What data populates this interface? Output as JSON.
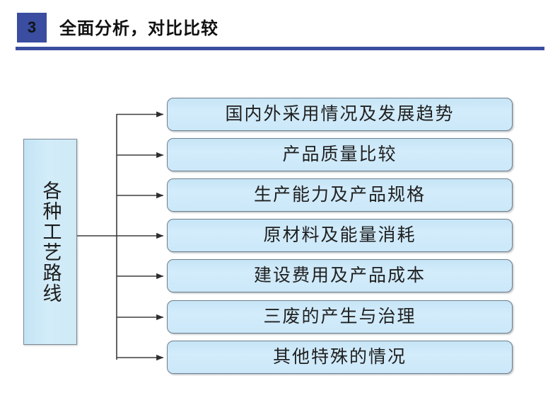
{
  "header": {
    "badge_number": "3",
    "title": "全面分析，对比比较",
    "badge_color": "#3a4da0",
    "rule_color": "#3a4da0"
  },
  "diagram": {
    "type": "tree",
    "root": {
      "label": "各种工艺路线",
      "orientation": "vertical",
      "fill_color": "#cfe9f6",
      "border_color": "#7c8a96"
    },
    "branch_style": {
      "line_color": "#3d3d3d",
      "arrow": "filled-triangle"
    },
    "leaves": [
      {
        "label": "国内外采用情况及发展趋势"
      },
      {
        "label": "产品质量比较"
      },
      {
        "label": "生产能力及产品规格"
      },
      {
        "label": "原材料及能量消耗"
      },
      {
        "label": "建设费用及产品成本"
      },
      {
        "label": "三废的产生与治理"
      },
      {
        "label": "其他特殊的情况"
      }
    ],
    "leaf_fill_color": "#cbe8f9",
    "leaf_border_color": "#6e7f8d"
  }
}
